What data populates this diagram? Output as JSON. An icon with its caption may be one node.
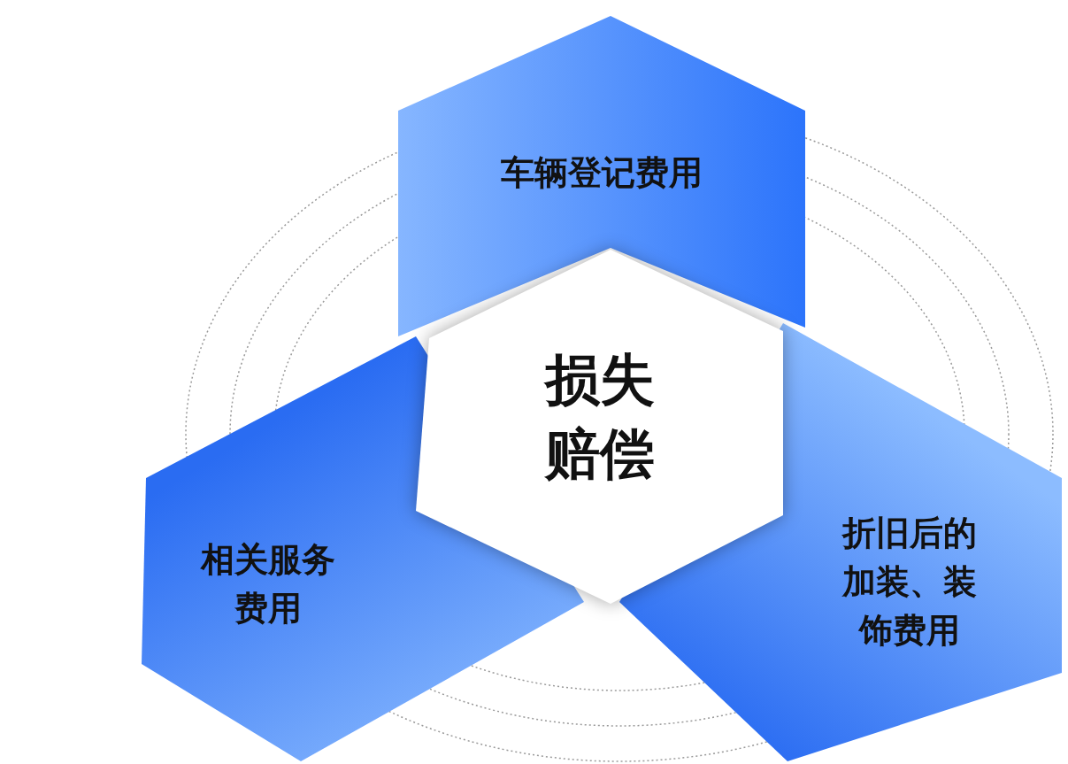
{
  "diagram": {
    "nodes": [
      {
        "text": [
          "车辆登记费用"
        ]
      },
      {
        "text": [
          "损失赔偿"
        ]
      },
      {
        "text": [
          "相关服务费用"
        ]
      },
      {
        "text": [
          "折旧后的加装、装饰费用"
        ]
      }
    ]
  }
}
